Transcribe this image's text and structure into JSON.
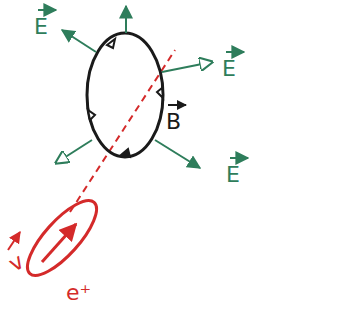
{
  "diagram": {
    "labels": [
      "E",
      "E",
      "B",
      "E",
      "v",
      "e⁺"
    ]
  }
}
